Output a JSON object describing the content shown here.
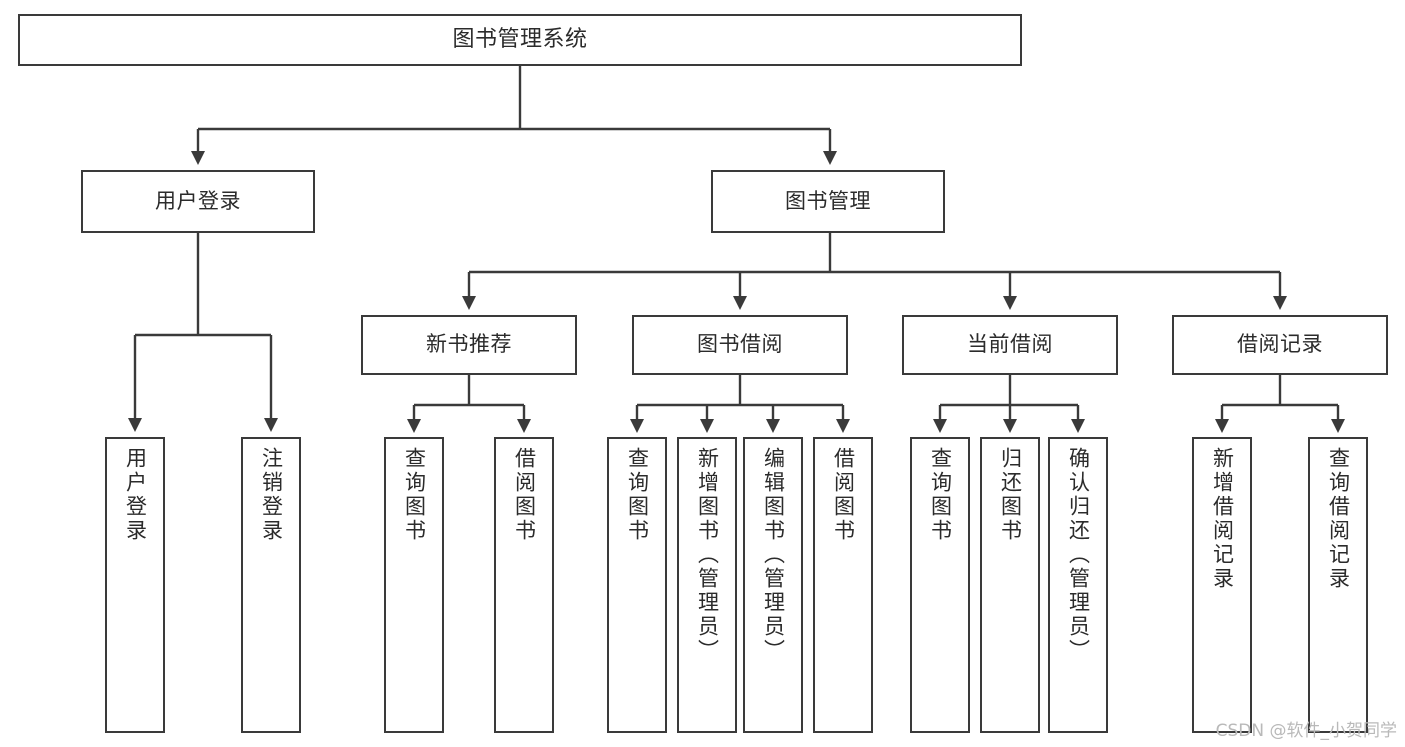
{
  "diagram": {
    "title": "图书管理系统",
    "type": "tree-hierarchy",
    "levels": {
      "root": {
        "label": "图书管理系统"
      },
      "level2": [
        {
          "label": "用户登录"
        },
        {
          "label": "图书管理"
        }
      ],
      "level3": [
        {
          "label": "新书推荐"
        },
        {
          "label": "图书借阅"
        },
        {
          "label": "当前借阅"
        },
        {
          "label": "借阅记录"
        }
      ],
      "level4": {
        "user_login_children": [
          {
            "label": "用户登录"
          },
          {
            "label": "注销登录"
          }
        ],
        "new_book_children": [
          {
            "label": "查询图书"
          },
          {
            "label": "借阅图书"
          }
        ],
        "book_borrow_children": [
          {
            "label": "查询图书"
          },
          {
            "label": "新增图书（管理员）"
          },
          {
            "label": "编辑图书（管理员）"
          },
          {
            "label": "借阅图书"
          }
        ],
        "current_borrow_children": [
          {
            "label": "查询图书"
          },
          {
            "label": "归还图书"
          },
          {
            "label": "确认归还（管理员）"
          }
        ],
        "borrow_record_children": [
          {
            "label": "新增借阅记录"
          },
          {
            "label": "查询借阅记录"
          }
        ]
      }
    },
    "colors": {
      "border": "#3a3a3a",
      "text": "#2b2b2b",
      "background": "#ffffff",
      "watermark": "#b9b9b9"
    }
  },
  "watermark": {
    "text": "CSDN @软件_小贺同学"
  }
}
